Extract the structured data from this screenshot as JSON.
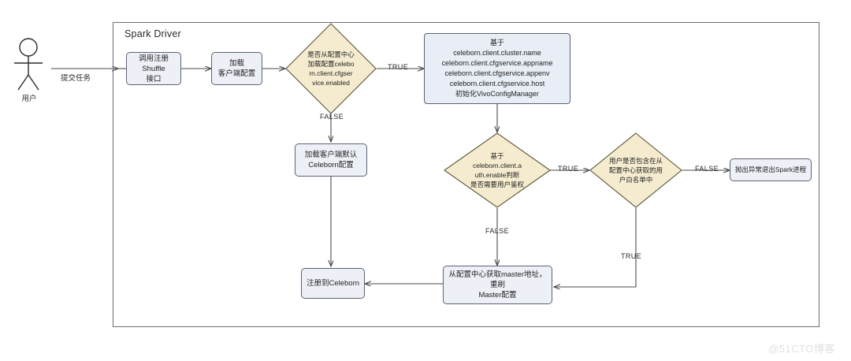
{
  "diagram": {
    "title": "Spark Driver",
    "watermark": "@51CTO博客",
    "actor": {
      "name": "用户",
      "icon": "stick-figure-actor-icon",
      "submit_label": "提交任务"
    },
    "colors": {
      "process_fill": "#eef0f7",
      "process_stroke": "#5b6274",
      "decision_fill": "#f5ecd0",
      "decision_stroke": "#5a5338",
      "container_stroke": "#6f6f6f",
      "edge_stroke": "#4a4a4a",
      "text": "#1f1f1f",
      "watermark": "#e0e0e0"
    },
    "nodes": [
      {
        "id": "call-register-shuffle",
        "type": "process",
        "label": "调用注册Shuffle\n接口"
      },
      {
        "id": "load-client-config",
        "type": "process",
        "label": "加载\n客户端配置"
      },
      {
        "id": "decide-load-from-config-center",
        "type": "decision",
        "label": "是否从配置中心\n加载配置celebo\nrn.client.cfgser\nvice.enabled"
      },
      {
        "id": "init-vivo-config-manager",
        "type": "process-big",
        "label": "基于\nceleborn.client.cluster.name\nceleborn.client.cfgservice.appname\nceleborn.client.cfgservice.appenv\nceleborn.client.cfgservice.host\n初始化VivoConfigManager"
      },
      {
        "id": "load-default-celeborn-config",
        "type": "process",
        "label": "加载客户端默认\nCeleborn配置"
      },
      {
        "id": "decide-auth-enable",
        "type": "decision",
        "label": "基于\nceleborn.client.a\nuth.enable判断\n是否需要用户鉴权"
      },
      {
        "id": "decide-user-in-whitelist",
        "type": "decision",
        "label": "用户是否包含在从\n配置中心获取的用\n户白名单中"
      },
      {
        "id": "throw-exception-exit-spark",
        "type": "process",
        "label": "抛出异常退出Spark进程"
      },
      {
        "id": "fetch-master-addr-refresh",
        "type": "process",
        "label": "从配置中心获取master地址，重刷\nMaster配置"
      },
      {
        "id": "register-to-celeborn",
        "type": "process",
        "label": "注册到Celeborn"
      }
    ],
    "edge_labels": {
      "cfgservice_true": "TRUE",
      "cfgservice_false": "FALSE",
      "auth_true": "TRUE",
      "auth_false": "FALSE",
      "whitelist_false": "FALSE",
      "whitelist_true": "TRUE"
    }
  }
}
